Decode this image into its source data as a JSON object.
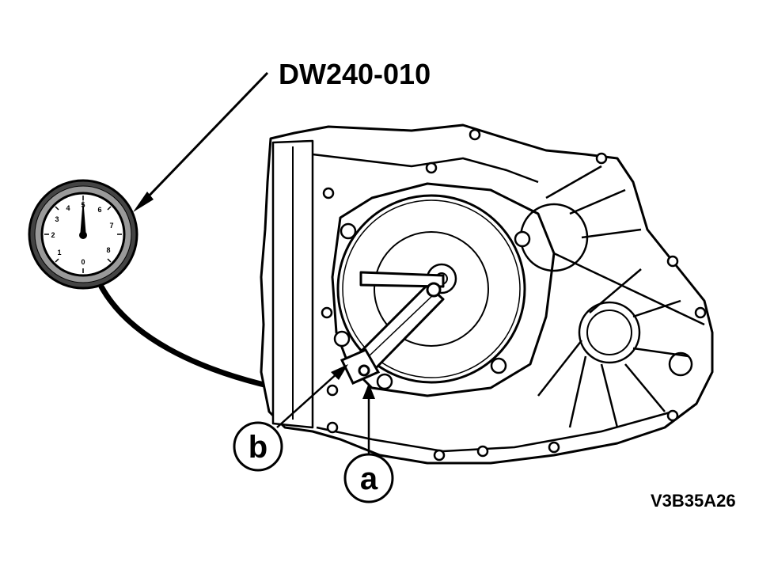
{
  "tool_callout": {
    "label": "DW240-010"
  },
  "gauge": {
    "dial_numbers": [
      "0",
      "1",
      "2",
      "3",
      "4",
      "5",
      "6",
      "7",
      "8"
    ]
  },
  "callouts": [
    {
      "id": "b",
      "label": "b"
    },
    {
      "id": "a",
      "label": "a"
    }
  ],
  "figure_code": "V3B35A26"
}
